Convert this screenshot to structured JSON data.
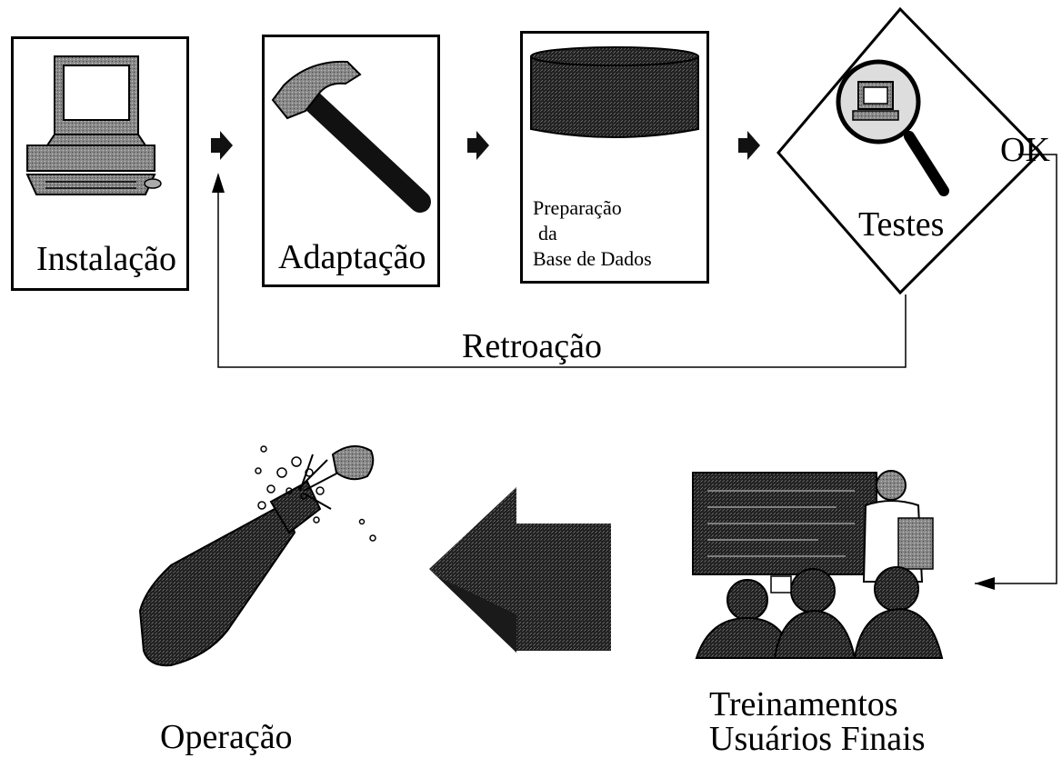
{
  "steps": {
    "instalacao": "Instalação",
    "adaptacao": "Adaptação",
    "preparacao": {
      "line1": "Preparação",
      "line2": "da",
      "line3": "Base de Dados"
    },
    "testes": "Testes",
    "treinamentos": {
      "line1": "Treinamentos",
      "line2": "Usuários Finais"
    },
    "operacao": "Operação"
  },
  "connectors": {
    "ok": "OK",
    "retroacao": "Retroação"
  },
  "icons": {
    "instalacao": "desktop-computer-icon",
    "adaptacao": "hammer-icon",
    "preparacao": "database-cylinder-icon",
    "testes": "magnifier-computer-icon",
    "treinamentos": "classroom-training-icon",
    "operacao": "champagne-bottle-icon"
  },
  "colors": {
    "ink": "#000000",
    "dark_fill": "#1a1a1a"
  }
}
